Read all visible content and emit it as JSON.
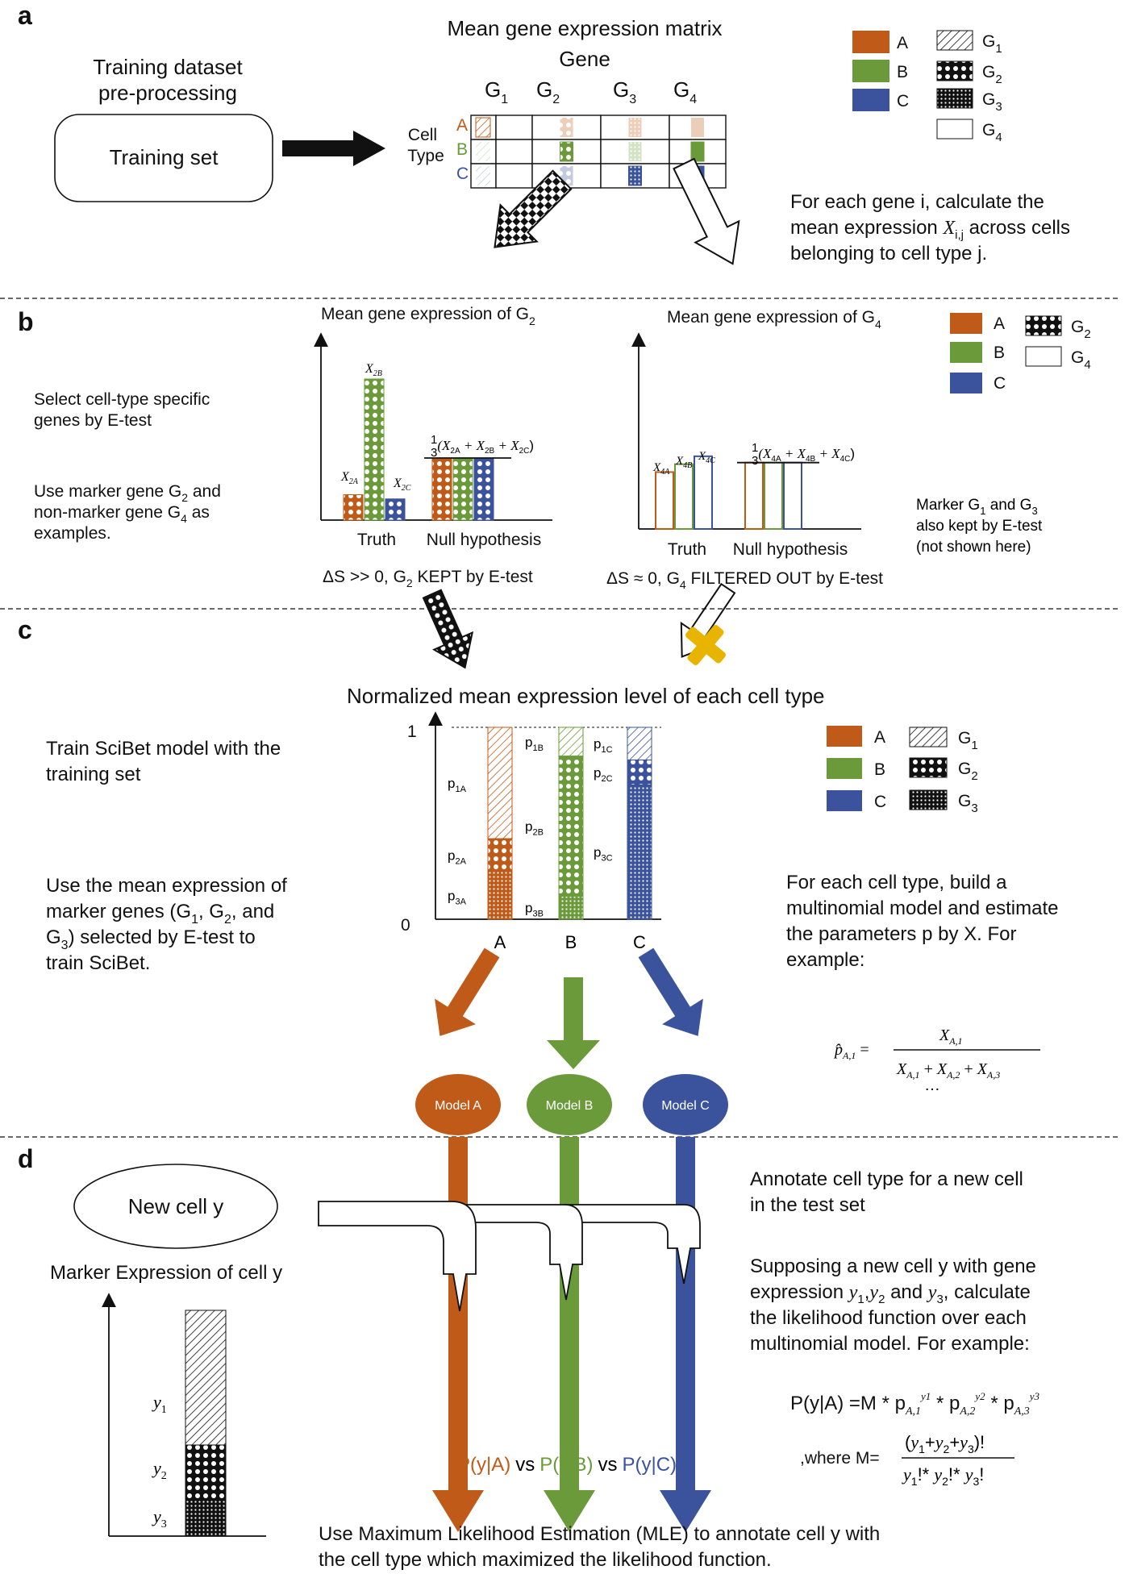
{
  "colors": {
    "A": "#c05a18",
    "B": "#6b9a3a",
    "C": "#3b539c",
    "black": "#111111",
    "marker_cross": "#e8b400"
  },
  "panel_a": {
    "label": "a",
    "matrix_title": "Mean gene expression matrix",
    "gene_axis": "Gene",
    "genes": [
      "G1",
      "G2",
      "G3",
      "G4"
    ],
    "cell_label_1": "Cell",
    "cell_label_2": "Type",
    "cell_types": [
      "A",
      "B",
      "C"
    ],
    "pre_title_1": "Training dataset",
    "pre_title_2": "pre-processing",
    "training_set": "Training set",
    "desc_1": "For each gene i, calculate the",
    "desc_2a": "mean expression ",
    "desc_2_var": "X",
    "desc_2_sub": "i,j",
    "desc_2b": " across cells",
    "desc_3": "belonging to cell type j.",
    "legend_types": [
      "A",
      "B",
      "C"
    ],
    "legend_genes": [
      "G1",
      "G2",
      "G3",
      "G4"
    ]
  },
  "panel_b": {
    "label": "b",
    "left_title": "Mean gene expression of G2",
    "right_title": "Mean gene expression of G4",
    "left_desc_1": "Select cell-type specific",
    "left_desc_2": "genes by E-test",
    "left_desc_3": "Use marker gene G2 and",
    "left_desc_4": "non-marker gene G4 as",
    "left_desc_5": "examples.",
    "truth": "Truth",
    "null_hyp": "Null hypothesis",
    "left_result": "ΔS >> 0, G2 KEPT by E-test",
    "right_result": "ΔS ≈ 0, G4 FILTERED OUT by E-test",
    "right_note_1": "Marker G1 and G3",
    "right_note_2": "also kept by E-test",
    "right_note_3": "(not shown here)",
    "left_formula": "1/3(X2A + X2B + X2C)",
    "right_formula": "1/3(X4A + X4B + X4C)",
    "legend_types": [
      "A",
      "B",
      "C"
    ],
    "legend_genes": [
      "G2",
      "G4"
    ]
  },
  "panel_c": {
    "label": "c",
    "chart_title": "Normalized mean  expression level of each cell type",
    "ytick_top": "1",
    "ytick_bottom": "0",
    "categories": [
      "A",
      "B",
      "C"
    ],
    "left_desc_1": "Train SciBet model with the",
    "left_desc_2": "training set",
    "left_desc_3": "Use the mean expression of",
    "left_desc_4": "marker genes (G1, G2, and",
    "left_desc_5": "G3) selected by E-test to",
    "left_desc_6": "train SciBet.",
    "right_desc_1": "For each cell type, build a",
    "right_desc_2": "multinomial model and estimate",
    "right_desc_3": "the parameters p by X. For",
    "right_desc_4": "example:",
    "formula": "p̂A,1 = XA,1 / (XA,1 + XA,2 + XA,3) …",
    "models": [
      "Model A",
      "Model B",
      "Model C"
    ],
    "legend_types": [
      "A",
      "B",
      "C"
    ],
    "legend_genes": [
      "G1",
      "G2",
      "G3"
    ]
  },
  "panel_d": {
    "label": "d",
    "new_cell": "New cell y",
    "marker_title": "Marker Expression of cell y",
    "y_labels": [
      "y1",
      "y2",
      "y3"
    ],
    "right_desc_1": "Annotate cell type for a new cell",
    "right_desc_2": "in the test set",
    "right_desc_3": "Supposing a new cell y with gene",
    "right_desc_4": "expression y1,y2 and y3, calculate",
    "right_desc_5": "the likelihood function over each",
    "right_desc_6": "multinomial model. For example:",
    "likelihood": "P(y|A) =M * pA,1^y1 * pA,2^y2 * pA,3^y3",
    "where_m": ",where M = (y1+y2+y3)! / (y1!* y2!* y3!)",
    "compare_a": "P(y|A)",
    "compare_vs": "vs",
    "compare_b": "P(y|B)",
    "compare_c": "P(y|C)",
    "bottom_1": "Use Maximum Likelihood Estimation (MLE) to annotate cell y with",
    "bottom_2": "the cell type which maximized the likelihood function."
  },
  "chart_data": {
    "type": "bar",
    "title": "Normalized mean  expression level of each cell type",
    "categories": [
      "A",
      "B",
      "C"
    ],
    "ylim": [
      0,
      1
    ],
    "series": [
      {
        "name": "G1",
        "values": [
          0.58,
          0.15,
          0.17
        ]
      },
      {
        "name": "G2",
        "values": [
          0.17,
          0.73,
          0.13
        ]
      },
      {
        "name": "G3",
        "values": [
          0.25,
          0.12,
          0.7
        ]
      }
    ],
    "segment_labels": {
      "A": [
        "p1A",
        "p2A",
        "p3A"
      ],
      "B": [
        "p1B",
        "p2B",
        "p3B"
      ],
      "C": [
        "p1C",
        "p2C",
        "p3C"
      ]
    }
  },
  "b_left_chart": {
    "type": "bar",
    "title": "Mean gene expression of G2",
    "truth_values": [
      0.18,
      1.0,
      0.15
    ],
    "null_value": 0.44,
    "truth_labels": [
      "X2A",
      "X2B",
      "X2C"
    ]
  },
  "b_right_chart": {
    "type": "bar",
    "title": "Mean gene expression of G4",
    "truth_values": [
      0.36,
      0.41,
      0.46
    ],
    "null_value": 0.42,
    "truth_labels": [
      "X4A",
      "X4B",
      "X4C"
    ]
  }
}
